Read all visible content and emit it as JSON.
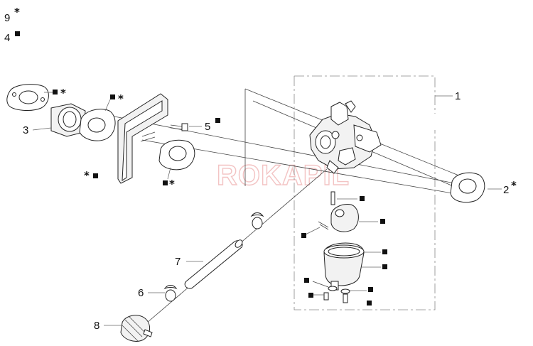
{
  "legend": [
    {
      "number": "9",
      "symbol": "*"
    },
    {
      "number": "4",
      "symbol": "■"
    }
  ],
  "watermark": "ROKAPIL",
  "callouts": {
    "c1": "1",
    "c2": "2",
    "c2_sym": "*",
    "c3": "3",
    "c5": "5",
    "c6": "6",
    "c7": "7",
    "c8": "8"
  },
  "markers": {
    "star": "*"
  },
  "colors": {
    "line": "#222222",
    "watermark": "#f3c4c4"
  }
}
